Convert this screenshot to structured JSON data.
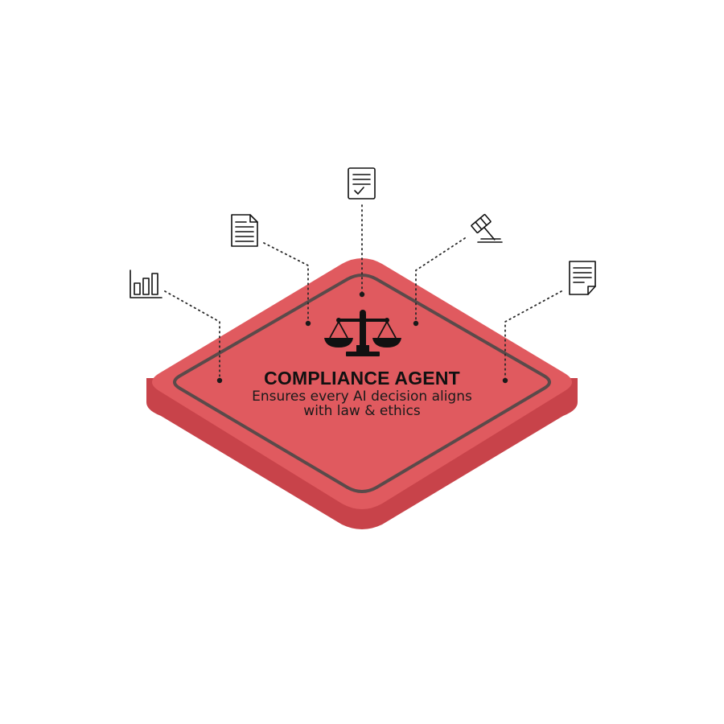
{
  "title": "COMPLIANCE AGENT",
  "subtitle_lines": [
    "Ensures every AI decision aligns",
    "with law & ethics"
  ],
  "colors": {
    "platform_top": "#e05a5f",
    "platform_side": "#c8434a",
    "inner_border": "#5a4a4a",
    "icon_stroke": "#111111",
    "background": "#ffffff"
  },
  "center_icon": "scales-of-justice-icon",
  "connected_icons": [
    "bar-chart-icon",
    "document-icon",
    "checked-document-icon",
    "gavel-icon",
    "folded-document-icon"
  ]
}
